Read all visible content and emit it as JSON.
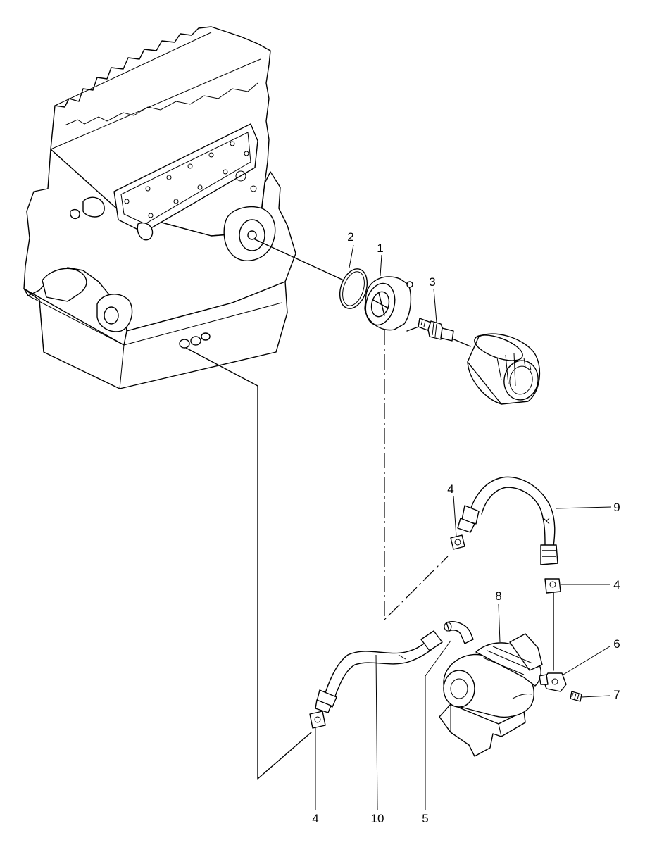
{
  "diagram": {
    "callouts": {
      "c1": "1",
      "c2": "2",
      "c3": "3",
      "c4a": "4",
      "c4b": "4",
      "c4c": "4",
      "c5": "5",
      "c6": "6",
      "c7": "7",
      "c8": "8",
      "c9": "9",
      "c10": "10"
    }
  }
}
